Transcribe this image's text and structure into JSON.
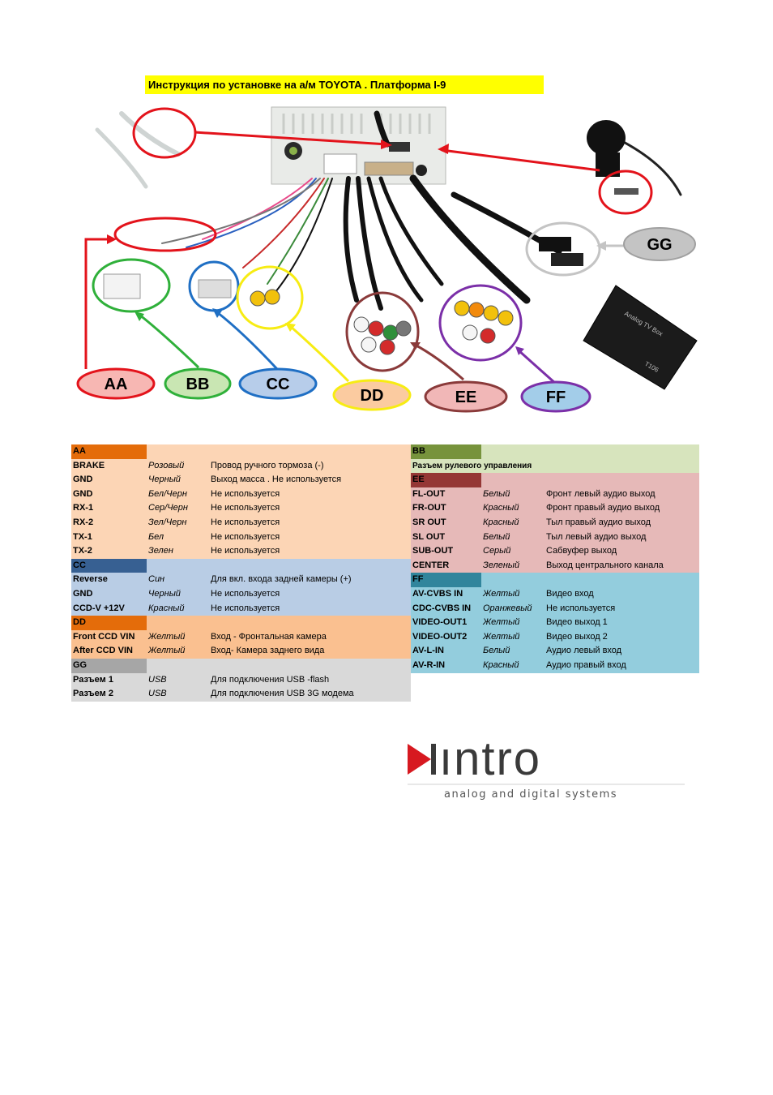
{
  "title": "Инструкция по установке на а/м TOYOTA . Платформа  I-9",
  "diagram": {
    "labels": [
      "AA",
      "BB",
      "CC",
      "DD",
      "EE",
      "FF",
      "GG"
    ],
    "device_text": [
      "Analog TV Box",
      "T106"
    ]
  },
  "colors": {
    "aa_header": "#e46c0a",
    "aa_bg": "#fcd5b5",
    "bb_header": "#77933c",
    "bb_bg": "#d7e4bd",
    "cc_header": "#376092",
    "cc_bg": "#b9cde5",
    "dd_header": "#e46c0a",
    "dd_bg": "#fac090",
    "ee_header": "#953735",
    "ee_bg": "#e6b9b8",
    "ff_header": "#31859c",
    "ff_bg": "#93cddd",
    "gg_header": "#a6a6a6",
    "gg_bg": "#d9d9d9"
  },
  "left_table": {
    "aa": {
      "header": "AA",
      "rows": [
        {
          "pin": "BRAKE",
          "color": "Розовый",
          "desc": "Провод ручного тормоза (-)"
        },
        {
          "pin": "GND",
          "color": "Черный",
          "desc": "Выход масса . Не используется"
        },
        {
          "pin": "GND",
          "color": "Бел/Черн",
          "desc": "Не используется"
        },
        {
          "pin": "RX-1",
          "color": "Сер/Черн",
          "desc": "Не используется"
        },
        {
          "pin": "RX-2",
          "color": "Зел/Черн",
          "desc": "Не используется"
        },
        {
          "pin": "TX-1",
          "color": "Бел",
          "desc": "Не используется"
        },
        {
          "pin": "TX-2",
          "color": "Зелен",
          "desc": "Не используется"
        }
      ]
    },
    "cc": {
      "header": "CC",
      "rows": [
        {
          "pin": "Reverse",
          "color": "Син",
          "desc": "Для вкл. входа задней камеры (+)"
        },
        {
          "pin": "GND",
          "color": "Черный",
          "desc": "Не используется"
        },
        {
          "pin": "CCD-V +12V",
          "color": "Красный",
          "desc": "Не используется"
        }
      ]
    },
    "dd": {
      "header": "DD",
      "rows": [
        {
          "pin": "Front CCD VIN",
          "color": "Желтый",
          "desc": "Вход - Фронтальная камера"
        },
        {
          "pin": "After CCD VIN",
          "color": "Желтый",
          "desc": "Вход- Камера заднего вида"
        }
      ]
    },
    "gg": {
      "header": "GG",
      "rows": [
        {
          "pin": "Разъем 1",
          "color": "USB",
          "desc": "Для подключения USB -flash"
        },
        {
          "pin": "Разъем 2",
          "color": "USB",
          "desc": "Для подключения USB 3G модема"
        }
      ]
    }
  },
  "right_table": {
    "bb": {
      "header": "BB",
      "rows": [
        {
          "pin": "Разъем рулевого управления",
          "color": "",
          "desc": ""
        }
      ]
    },
    "ee": {
      "header": "EE",
      "rows": [
        {
          "pin": "FL-OUT",
          "color": "Белый",
          "desc": "Фронт левый аудио выход"
        },
        {
          "pin": "FR-OUT",
          "color": "Красный",
          "desc": "Фронт правый аудио выход"
        },
        {
          "pin": "SR OUT",
          "color": "Красный",
          "desc": "Тыл правый аудио выход"
        },
        {
          "pin": "SL OUT",
          "color": "Белый",
          "desc": "Тыл левый аудио выход"
        },
        {
          "pin": "SUB-OUT",
          "color": "Серый",
          "desc": "Сабвуфер выход"
        },
        {
          "pin": "CENTER",
          "color": "Зеленый",
          "desc": "Выход центрального канала"
        }
      ]
    },
    "ff": {
      "header": "FF",
      "rows": [
        {
          "pin": "AV-CVBS IN",
          "color": "Желтый",
          "desc": "Видео вход"
        },
        {
          "pin": "CDC-CVBS IN",
          "color": "Оранжевый",
          "desc": "Не используется"
        },
        {
          "pin": "VIDEO-OUT1",
          "color": "Желтый",
          "desc": "Видео выход 1"
        },
        {
          "pin": "VIDEO-OUT2",
          "color": "Желтый",
          "desc": "Видео выход 2"
        },
        {
          "pin": "AV-L-IN",
          "color": "Белый",
          "desc": "Аудио левый вход"
        },
        {
          "pin": "AV-R-IN",
          "color": "Красный",
          "desc": "Аудио правый вход"
        }
      ]
    }
  },
  "logo": {
    "brand": "ıntro",
    "tagline": "analog and digital systems"
  }
}
